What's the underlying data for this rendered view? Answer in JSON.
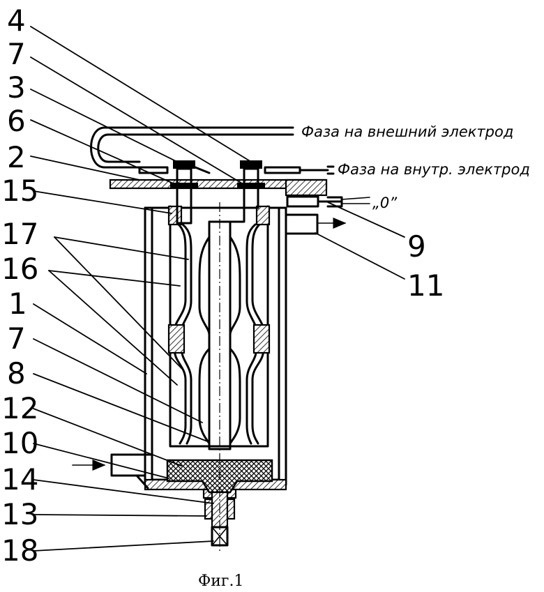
{
  "labels": {
    "l4": "4",
    "l7a": "7",
    "l3": "3",
    "l6": "6",
    "l2": "2",
    "l15": "15",
    "l17": "17",
    "l16": "16",
    "l1": "1",
    "l7b": "7",
    "l8": "8",
    "l12": "12",
    "l10": "10",
    "l14": "14",
    "l13": "13",
    "l18": "18",
    "l9": "9",
    "l11": "11"
  },
  "annotations": {
    "phase_outer": "Фаза на внешний электрод",
    "phase_inner": "Фаза на внутр. электрод",
    "zero": "„0”"
  },
  "caption": "Фиг.1"
}
